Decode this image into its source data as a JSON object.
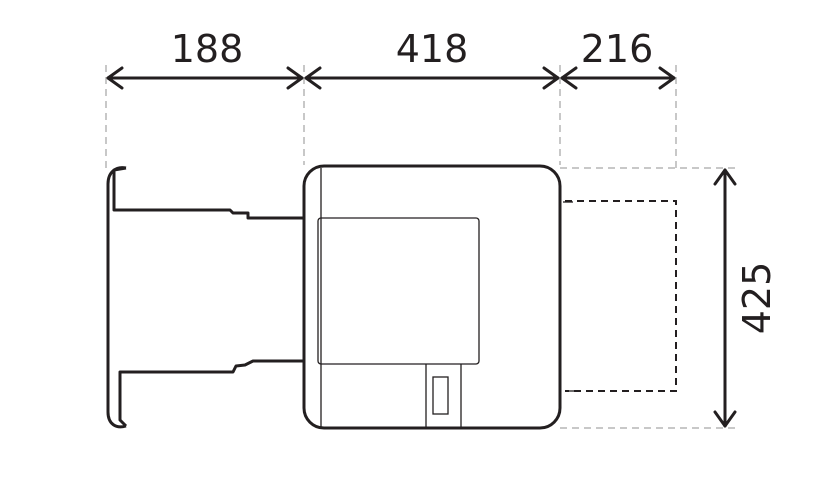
{
  "dimensions": {
    "tray_extension_depth": "188",
    "body_depth": "418",
    "rear_extension_depth": "216",
    "width": "425"
  },
  "colors": {
    "line": "#231f20",
    "guide": "#c8c8c8"
  }
}
